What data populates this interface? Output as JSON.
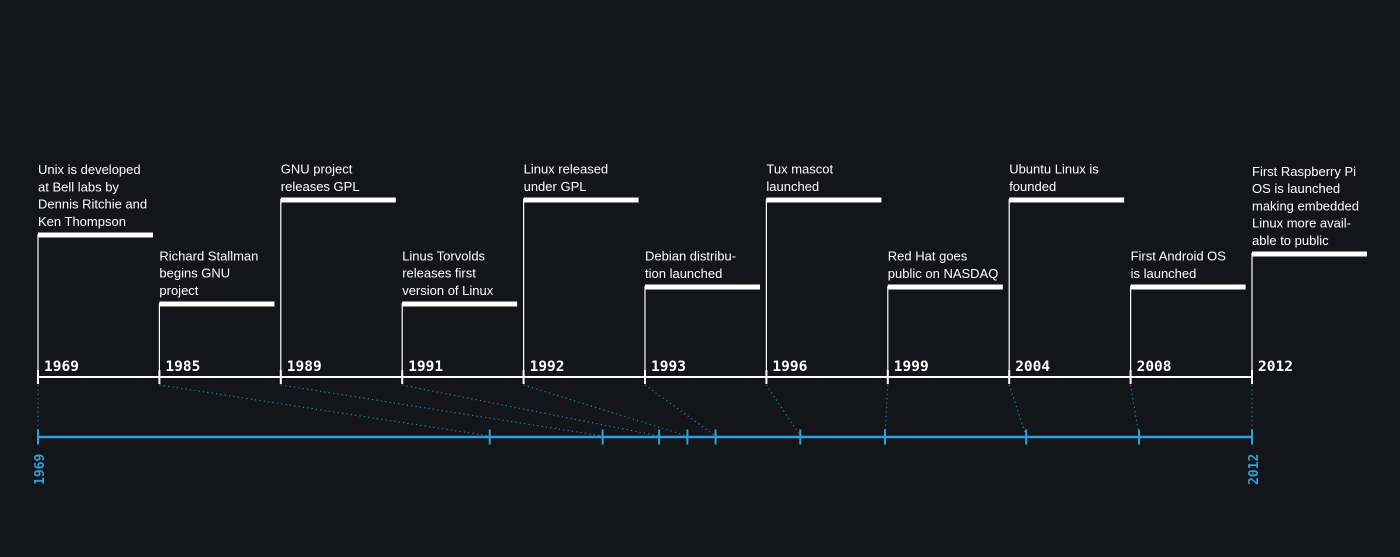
{
  "colors": {
    "background": "#14141b",
    "foreground": "#ffffff",
    "scale": "#2aa3d6"
  },
  "events": [
    {
      "year": "1969",
      "lines": [
        "Unix is developed",
        "at Bell labs by",
        "Dennis Ritchie and",
        "Ken Thompson"
      ]
    },
    {
      "year": "1985",
      "lines": [
        "Richard Stallman",
        "begins GNU",
        "project"
      ]
    },
    {
      "year": "1989",
      "lines": [
        "GNU project",
        "releases GPL"
      ]
    },
    {
      "year": "1991",
      "lines": [
        "Linus Torvolds",
        "releases first",
        "version of Linux"
      ]
    },
    {
      "year": "1992",
      "lines": [
        "Linux released",
        "under GPL"
      ]
    },
    {
      "year": "1993",
      "lines": [
        "Debian distribu-",
        "tion launched"
      ]
    },
    {
      "year": "1996",
      "lines": [
        "Tux mascot",
        "launched"
      ]
    },
    {
      "year": "1999",
      "lines": [
        "Red Hat goes",
        "public on NASDAQ"
      ]
    },
    {
      "year": "2004",
      "lines": [
        "Ubuntu Linux is",
        "founded"
      ]
    },
    {
      "year": "2008",
      "lines": [
        "First Android OS",
        "is launched"
      ]
    },
    {
      "year": "2012",
      "lines": [
        "First Raspberry Pi",
        "OS is launched",
        "making embedded",
        "Linux more avail-",
        "able to public"
      ]
    }
  ],
  "scale": {
    "start_label": "1969",
    "end_label": "2012",
    "start_year": 1969,
    "end_year": 2012
  }
}
